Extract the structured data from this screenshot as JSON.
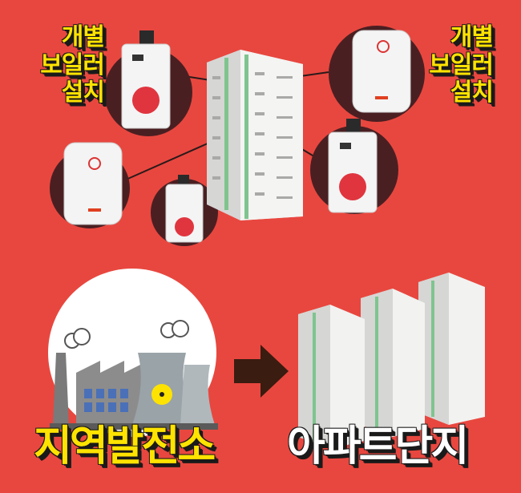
{
  "left_label": {
    "lines": [
      "개별",
      "보일러",
      "설치"
    ]
  },
  "right_label": {
    "lines": [
      "개별",
      "보일러",
      "설치"
    ]
  },
  "source_label": "지역발전소",
  "destination_label": "아파트단지",
  "colors": {
    "background": "#e8473f",
    "yellow": "#ffe300",
    "dark_circle": "#4a1f22",
    "arrow": "#3a1c10"
  }
}
